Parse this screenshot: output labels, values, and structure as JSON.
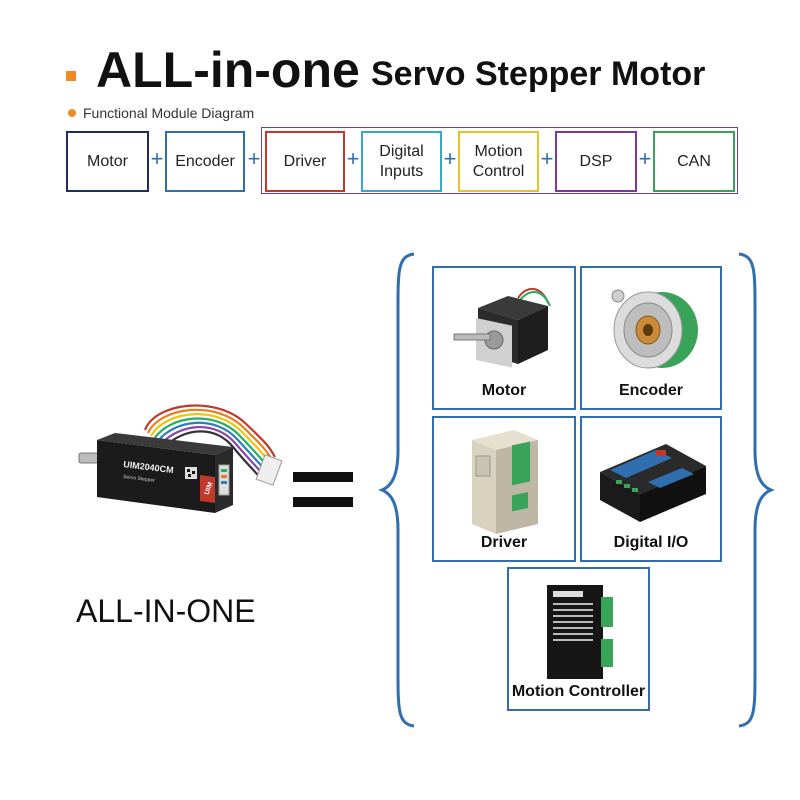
{
  "title": {
    "main": "ALL-in-one",
    "sub": "Servo Stepper Motor"
  },
  "subheading": "Functional Module Diagram",
  "modules": [
    {
      "label": "Motor",
      "color": "#1f2f5c"
    },
    {
      "label": "Encoder",
      "color": "#2f6fb0"
    },
    {
      "label": "Driver",
      "color": "#c0392b"
    },
    {
      "label": "Digital\nInputs",
      "color": "#39a9c9"
    },
    {
      "label": "Motion\nControl",
      "color": "#e6c229"
    },
    {
      "label": "DSP",
      "color": "#7b3a98"
    },
    {
      "label": "CAN",
      "color": "#3aa35a"
    }
  ],
  "plus_sign": "+",
  "product": {
    "label": "ALL-IN-ONE",
    "model": "UIM2040CM",
    "model_sub": "Servo Stepper",
    "brand": "UIM"
  },
  "components": [
    {
      "label": "Motor",
      "icon": "stepper-motor-icon"
    },
    {
      "label": "Encoder",
      "icon": "rotary-encoder-icon"
    },
    {
      "label": "Driver",
      "icon": "servo-driver-icon"
    },
    {
      "label": "Digital I/O",
      "icon": "digital-io-module-icon"
    },
    {
      "label": "Motion Controller",
      "icon": "motion-controller-icon"
    }
  ],
  "colors": {
    "accent_orange": "#f08a24",
    "tile_border": "#2f6fb0",
    "group_outline": "#7b3a98"
  }
}
